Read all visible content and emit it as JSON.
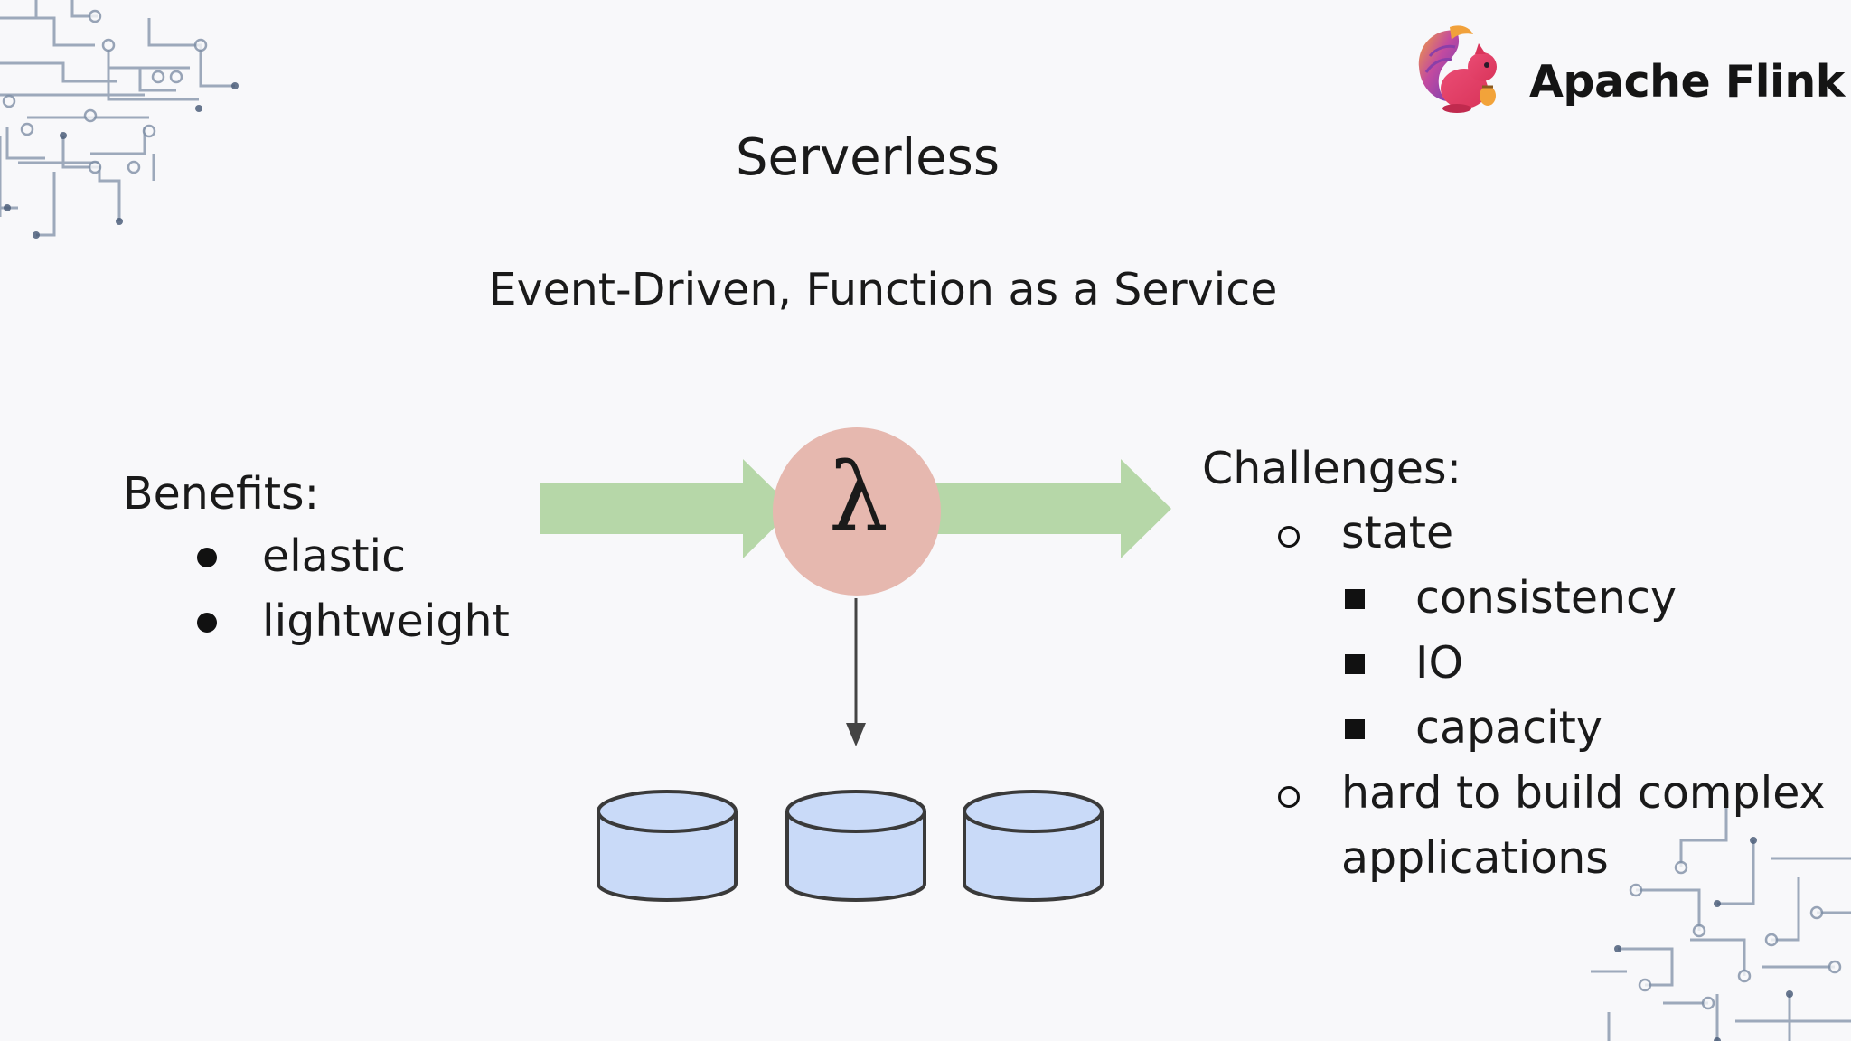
{
  "brand": {
    "name": "Apache Flink",
    "logo_icon": "flink-squirrel-logo"
  },
  "slide": {
    "title": "Serverless",
    "subtitle": "Event-Driven, Function as a Service"
  },
  "benefits": {
    "heading": "Benefits:",
    "items": [
      "elastic",
      "lightweight"
    ]
  },
  "challenges": {
    "heading": "Challenges:",
    "items": [
      {
        "label": "state",
        "subitems": [
          "consistency",
          "IO",
          "capacity"
        ]
      },
      {
        "label": "hard to build complex",
        "label_line2": "applications"
      }
    ]
  },
  "diagram": {
    "function_symbol": "λ",
    "database_count": 3
  },
  "colors": {
    "background": "#f8f8fa",
    "arrow_green": "#b6d7a8",
    "lambda_circle": "#e6b8af",
    "database_fill": "#c9daf8",
    "database_stroke": "#3a3a3a",
    "connector": "#444444",
    "circuit_lines": "#7f8fa6"
  }
}
